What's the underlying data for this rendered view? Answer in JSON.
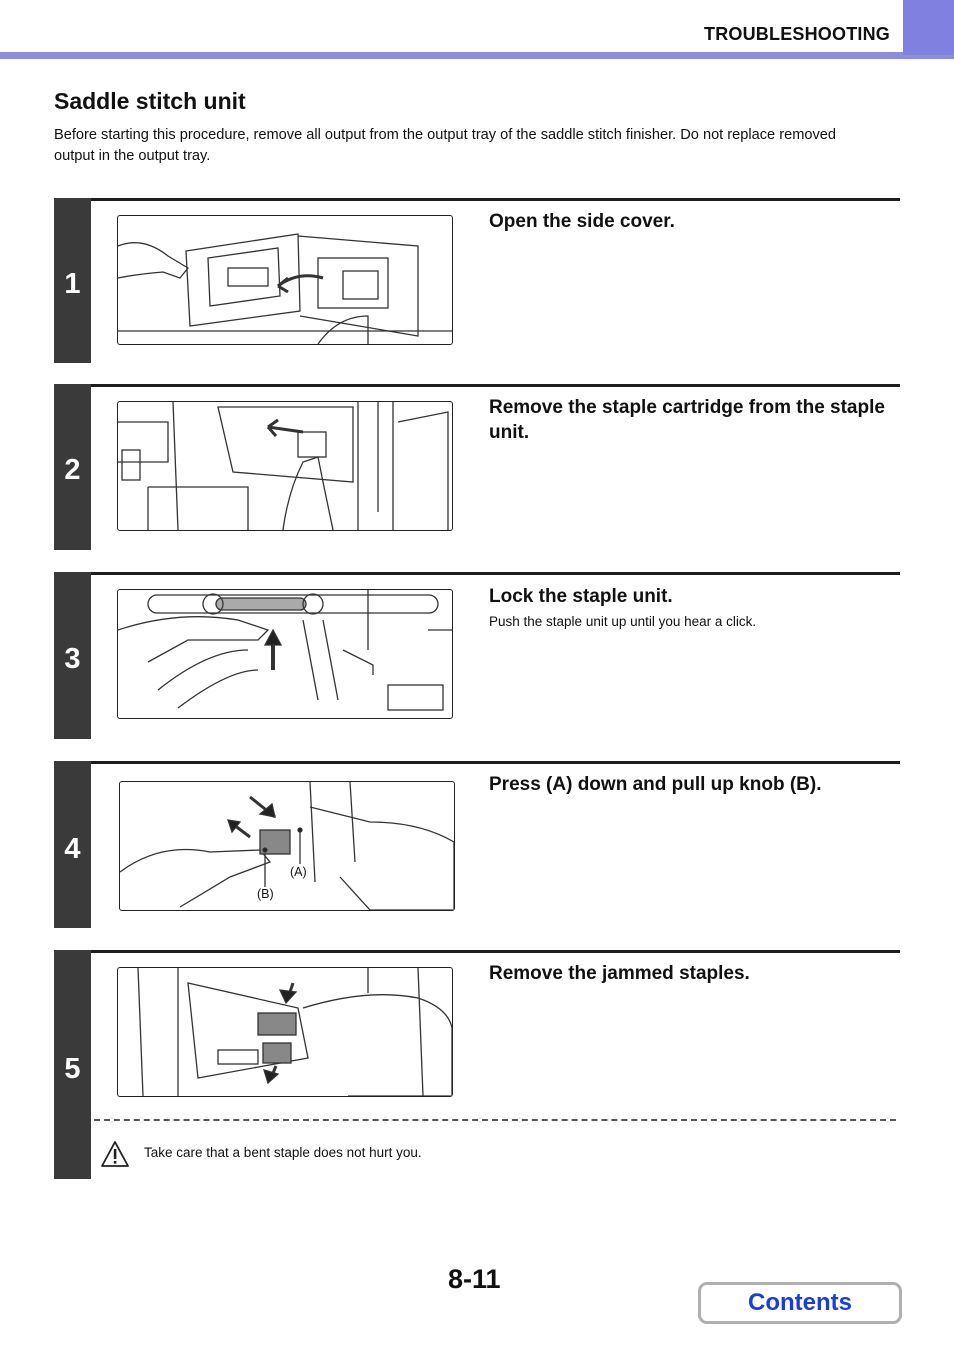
{
  "header": {
    "section_title": "TROUBLESHOOTING"
  },
  "heading": "Saddle stitch unit",
  "intro": "Before starting this procedure, remove all output from the output tray of the saddle stitch finisher. Do not replace removed output in the output tray.",
  "steps": [
    {
      "number": "1",
      "title": "Open the side cover.",
      "note": ""
    },
    {
      "number": "2",
      "title": "Remove the staple cartridge from the staple unit.",
      "note": ""
    },
    {
      "number": "3",
      "title": "Lock the staple unit.",
      "note": "Push the staple unit up until you hear a click."
    },
    {
      "number": "4",
      "title": "Press (A) down and pull up knob (B).",
      "note": "",
      "labels": {
        "a": "(A)",
        "b": "(B)"
      }
    },
    {
      "number": "5",
      "title": "Remove the jammed staples.",
      "note": ""
    }
  ],
  "warning": {
    "text": "Take care that a bent staple does not hurt you.",
    "icon": "warning-triangle-icon"
  },
  "footer": {
    "page_number": "8-11",
    "contents_label": "Contents"
  },
  "colors": {
    "accent": "#8080e0",
    "step_bar": "#3a3a3a",
    "link": "#1a3fd6"
  }
}
